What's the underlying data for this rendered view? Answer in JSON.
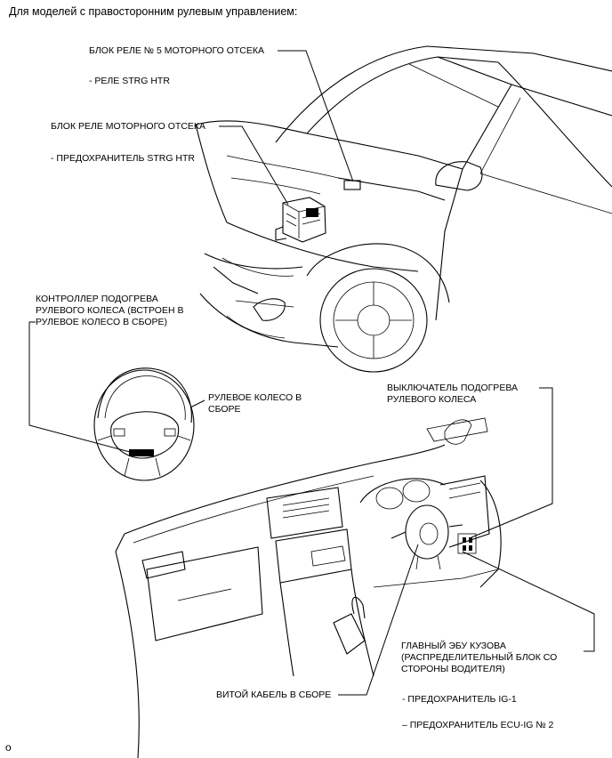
{
  "heading": "Для моделей с правосторонним рулевым управлением:",
  "labels": {
    "relay_block_5": "БЛОК РЕЛЕ № 5 МОТОРНОГО ОТСЕКА",
    "strg_htr_relay": "- РЕЛЕ STRG HTR",
    "engine_relay_block": "БЛОК РЕЛЕ МОТОРНОГО ОТСЕКА",
    "strg_htr_fuse": "- ПРЕДОХРАНИТЕЛЬ STRG HTR",
    "controller_line1": "КОНТРОЛЛЕР ПОДОГРЕВА",
    "controller_line2": "РУЛЕВОГО КОЛЕСА (ВСТРОЕН В",
    "controller_line3": "РУЛЕВОЕ КОЛЕСО В СБОРЕ)",
    "wheel_line1": "РУЛЕВОЕ КОЛЕСО В",
    "wheel_line2": "СБОРЕ",
    "switch_line1": "ВЫКЛЮЧАТЕЛЬ ПОДОГРЕВА",
    "switch_line2": "РУЛЕВОГО КОЛЕСА",
    "ecu_line1": "ГЛАВНЫЙ ЭБУ КУЗОВА",
    "ecu_line2": "(РАСПРЕДЕЛИТЕЛЬНЫЙ БЛОК СО",
    "ecu_line3": "СТОРОНЫ ВОДИТЕЛЯ)",
    "spiral_cable": "ВИТОЙ КАБЕЛЬ В СБОРЕ",
    "fuse_ig1": "- ПРЕДОХРАНИТЕЛЬ IG-1",
    "fuse_ecu_ig2": "– ПРЕДОХРАНИТЕЛЬ ECU-IG № 2"
  },
  "corner_mark": "o"
}
